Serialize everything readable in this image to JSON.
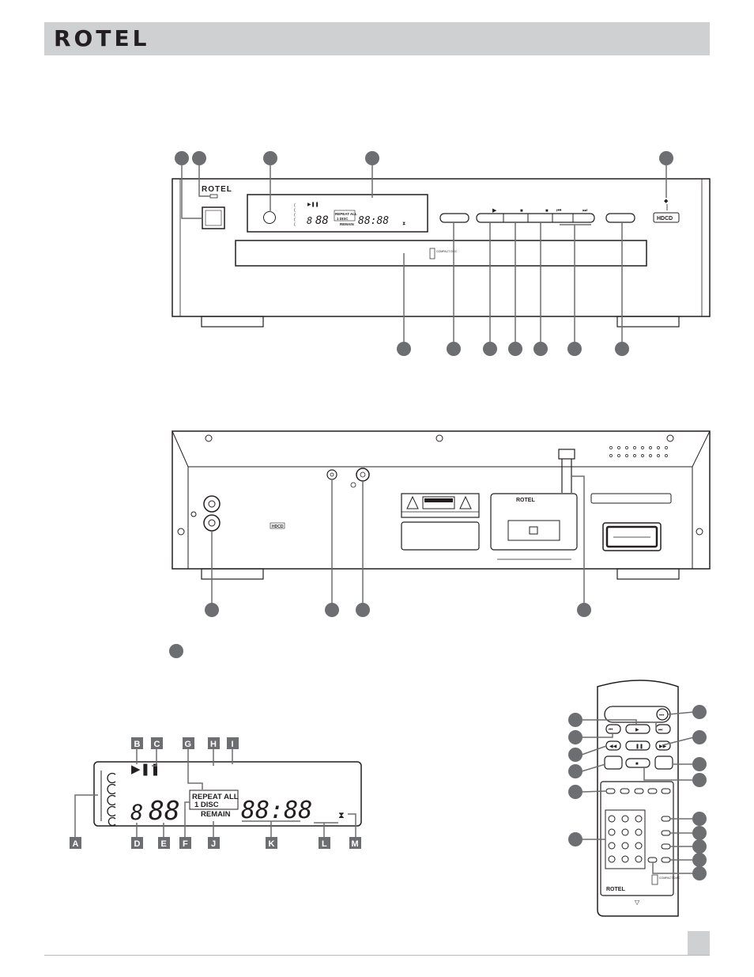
{
  "header": {
    "brand": "ROTEL"
  },
  "front_panel": {
    "logo": "ROTEL",
    "hdcd_badge": "HDCD",
    "display": {
      "repeat_all": "REPEAT ALL",
      "one_disc": "1  DISC",
      "remain": "REMAIN",
      "disc_digit": "8",
      "track_digits": "88",
      "time_digits": "88:88"
    },
    "compact_disc_logo": "COMPACT DISC"
  },
  "rear_panel": {
    "hdcd_badge": "HDCD",
    "label_box_brand": "ROTEL"
  },
  "display_detail": {
    "letters_top": [
      "B",
      "C",
      "G",
      "H",
      "I"
    ],
    "letters_bottom": [
      "A",
      "D",
      "E",
      "F",
      "J",
      "K",
      "L",
      "M"
    ],
    "repeat_all": "REPEAT ALL",
    "one_disc": "1  DISC",
    "remain": "REMAIN",
    "disc_digit": "8",
    "track_digits": "88",
    "time_digits": "88:88"
  },
  "remote": {
    "brand": "ROTEL",
    "cd_logo": "COMPACT DISC"
  },
  "colors": {
    "header_bar": "#cfd0d2",
    "ink": "#231f20",
    "callout": "#6d6e71"
  }
}
